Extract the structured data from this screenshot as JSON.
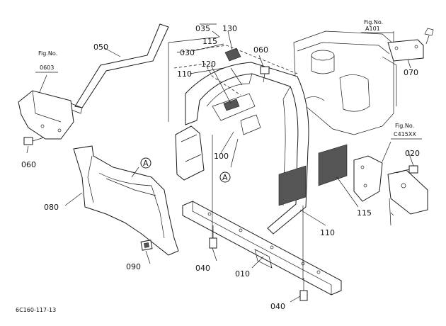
{
  "diagram": {
    "footer_code": "6C160-117-13",
    "part_labels": {
      "p010": "010",
      "p020": "020",
      "p030": "030",
      "p035": "035",
      "p040a": "040",
      "p040b": "040",
      "p050": "050",
      "p060a": "060",
      "p060b": "060",
      "p070": "070",
      "p080": "080",
      "p090": "090",
      "p100": "100",
      "p110a": "110",
      "p110b": "110",
      "p115a": "115",
      "p115b": "115",
      "p120": "120",
      "p130": "130"
    },
    "callouts": {
      "a1": "A",
      "a2": "A"
    },
    "fig_refs": {
      "fig0603_title": "Fig.No.",
      "fig0603_num": "0603",
      "figA101_title": "Fig.No.",
      "figA101_num": "A101",
      "figC415_title": "Fig.No.",
      "figC415_num": "C415XX"
    }
  }
}
